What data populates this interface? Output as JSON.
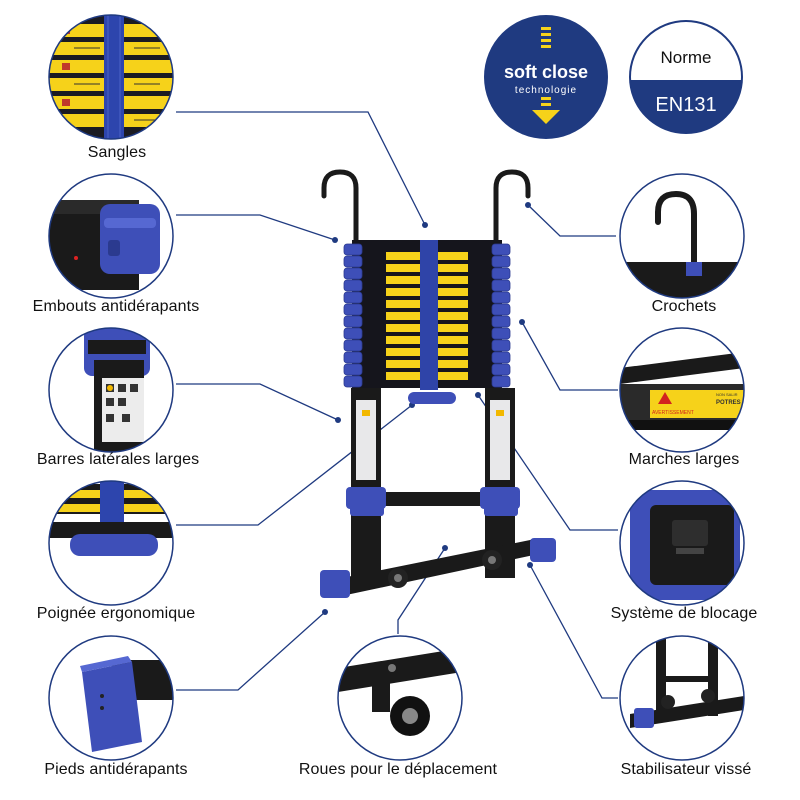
{
  "colors": {
    "navy": "#1f3a80",
    "ladder_blue": "#3e4fb8",
    "safety_yellow": "#f6d21a",
    "frame_black": "#1a1a1a",
    "connector_line": "#1f3a80",
    "circle_border": "#1f3a80"
  },
  "badges": {
    "soft_close": {
      "line1": "soft close",
      "line2": "technologie"
    },
    "norm": {
      "label": "Norme",
      "value": "EN131"
    }
  },
  "features": [
    {
      "id": "sangles",
      "label": "Sangles",
      "icon": "strap-closeup"
    },
    {
      "id": "embouts",
      "label": "Embouts antidérapants",
      "icon": "non-slip-endcap-closeup"
    },
    {
      "id": "barres",
      "label": "Barres latérales larges",
      "icon": "side-rail-closeup"
    },
    {
      "id": "poignee",
      "label": "Poignée ergonomique",
      "icon": "handle-closeup"
    },
    {
      "id": "pieds",
      "label": "Pieds antidérapants",
      "icon": "foot-closeup"
    },
    {
      "id": "roues",
      "label": "Roues pour le déplacement",
      "icon": "wheel-closeup"
    },
    {
      "id": "crochets",
      "label": "Crochets",
      "icon": "hook-closeup"
    },
    {
      "id": "marches",
      "label": "Marches larges",
      "icon": "step-closeup"
    },
    {
      "id": "blocage",
      "label": "Système de blocage",
      "icon": "lock-closeup"
    },
    {
      "id": "stabilisateur",
      "label": "Stabilisateur vissé",
      "icon": "stabilizer-closeup"
    }
  ],
  "step_stickers": {
    "warning": "AVERTISSEMENT",
    "brand_short": "POTRES",
    "hint": "NON SALIR"
  }
}
